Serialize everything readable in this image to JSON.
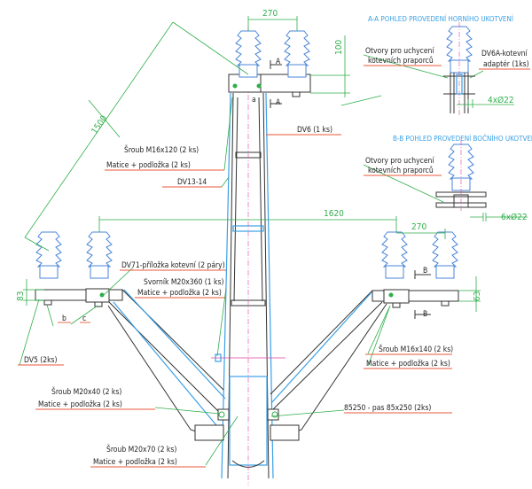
{
  "dimensions": {
    "diag_1500": "1500",
    "top_270": "270",
    "top_100": "100",
    "span_1620": "1620",
    "right_270": "270",
    "left_83": "83",
    "right_63": "63",
    "aa_holes": "4xØ22",
    "bb_holes": "6xØ22"
  },
  "section_marks": {
    "a": "A",
    "b": "B",
    "weld_a": "a",
    "weld_b": "b",
    "weld_c": "c"
  },
  "views": {
    "aa_title": "A-A POHLED PROVEDENÍ HORNÍHO UKOTVENÍ",
    "bb_title": "B-B POHLED PROVEDENÍ BOČNÍHO UKOTVENÍ",
    "aa_holes_line1": "Otvory pro uchycení",
    "aa_holes_line2": "kotevních praporců",
    "aa_adapter_line1": "DV6A-kotevní",
    "aa_adapter_line2": "adaptér (1ks)",
    "bb_holes_line1": "Otvory pro uchycení",
    "bb_holes_line2": "kotevních praporců"
  },
  "labels": {
    "bolt_m16x120": "Šroub M16x120 (2 ks)",
    "nut_m16x120": "Matice + podložka (2 ks)",
    "dv13": "DV13-14",
    "dv6": "DV6 (1 ks)",
    "dv71": "DV71-příložka kotevní (2 páry)",
    "stud_m20x360": "Svorník M20x360 (1 ks)",
    "nut_m20x360": "Matice + podložka (2 ks)",
    "dv5": "DV5 (2ks)",
    "bolt_m20x40": "Šroub M20x40 (2 ks)",
    "nut_m20x40": "Matice + podložka (2 ks)",
    "bolt_m20x70": "Šroub M20x70 (2 ks)",
    "nut_m20x70": "Matice + podložka (2 ks)",
    "bolt_m16x140": "Šroub M16x140 (2 ks)",
    "nut_m16x140": "Matice + podložka (2 ks)",
    "strap": "85250 - pas 85x250 (2ks)"
  },
  "colors": {
    "dimension": "#2fae4a",
    "leader_underline": "#e8573a",
    "insulator": "#4a86d8",
    "view_title": "#3aa0e6",
    "centerline": "#e040a0"
  }
}
